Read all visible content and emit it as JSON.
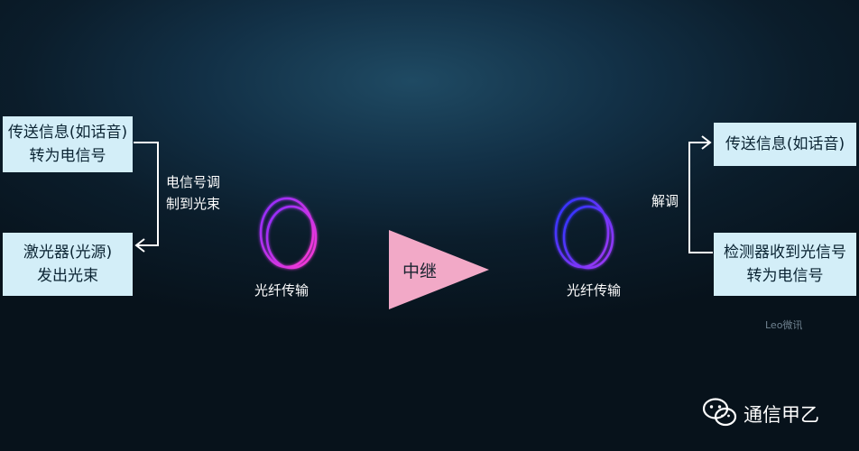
{
  "boxes": {
    "send_info": {
      "line1": "传送信息(如话音)",
      "line2": "转为电信号"
    },
    "laser": {
      "line1": "激光器(光源)",
      "line2": "发出光束"
    },
    "receive_info": {
      "line1": "传送信息(如话音)"
    },
    "detector": {
      "line1": "检测器收到光信号",
      "line2": "转为电信号"
    }
  },
  "labels": {
    "modulate": {
      "line1": "电信号调",
      "line2": "制到光束"
    },
    "fiber_left": "光纤传输",
    "fiber_right": "光纤传输",
    "demodulate": "解调",
    "repeater": "中继"
  },
  "watermarks": {
    "small": "Leo微讯",
    "account": "通信甲乙"
  },
  "colors": {
    "box_fill": "#d3eef8",
    "repeater_fill": "#f2a9c7",
    "arrow": "#ffffff"
  },
  "icons": [
    "wechat-icon"
  ]
}
